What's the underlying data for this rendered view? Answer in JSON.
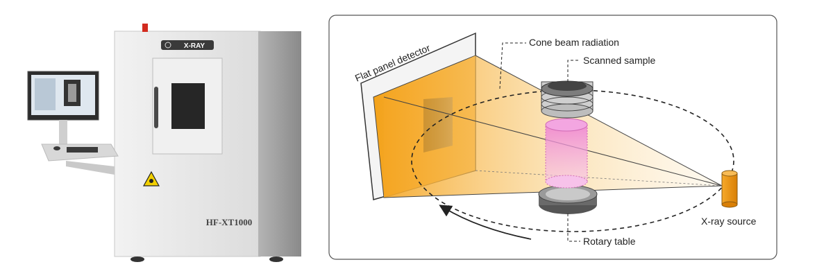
{
  "machine": {
    "top_badge": "X-RAY",
    "model": "HF-XT1000",
    "warning_symbol": "radiation-warning-icon"
  },
  "diagram": {
    "labels": {
      "detector": "Flat panel detector",
      "cone_beam": "Cone beam radiation",
      "sample": "Scanned sample",
      "rotary": "Rotary table",
      "source": "X-ray source"
    }
  },
  "colors": {
    "beam": "#f5a623",
    "sample_fill": "#f08cd8",
    "source": "#f29b1c",
    "machine_body": "#e6e6e6",
    "machine_side": "#9d9d9d"
  }
}
